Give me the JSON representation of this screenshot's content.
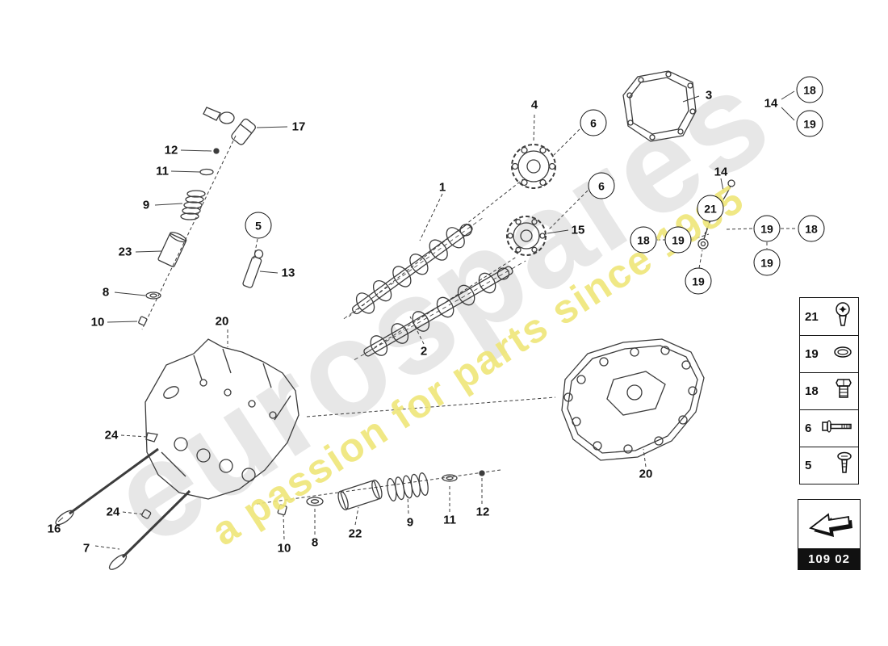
{
  "watermark": {
    "brand": "eurospares",
    "tagline": "a passion for parts since 1985",
    "brand_color": "#d9d9d9",
    "tagline_color": "#efe678"
  },
  "footer": {
    "diagram_code": "109 02"
  },
  "legend": {
    "items": [
      {
        "number": "21",
        "icon": "torx-screw-icon"
      },
      {
        "number": "19",
        "icon": "o-ring-icon"
      },
      {
        "number": "18",
        "icon": "sealing-plug-icon"
      },
      {
        "number": "6",
        "icon": "bolt-icon"
      },
      {
        "number": "5",
        "icon": "pan-screw-icon"
      }
    ]
  },
  "callouts": [
    {
      "number": "17",
      "style": "plain"
    },
    {
      "number": "12",
      "style": "plain"
    },
    {
      "number": "11",
      "style": "plain"
    },
    {
      "number": "9",
      "style": "plain"
    },
    {
      "number": "23",
      "style": "plain"
    },
    {
      "number": "13",
      "style": "plain"
    },
    {
      "number": "8",
      "style": "plain"
    },
    {
      "number": "10",
      "style": "plain"
    },
    {
      "number": "20",
      "style": "plain"
    },
    {
      "number": "1",
      "style": "plain"
    },
    {
      "number": "4",
      "style": "plain"
    },
    {
      "number": "15",
      "style": "plain"
    },
    {
      "number": "3",
      "style": "plain"
    },
    {
      "number": "14",
      "style": "plain"
    },
    {
      "number": "14",
      "style": "plain"
    },
    {
      "number": "2",
      "style": "plain"
    },
    {
      "number": "24",
      "style": "plain"
    },
    {
      "number": "16",
      "style": "plain"
    },
    {
      "number": "24",
      "style": "plain"
    },
    {
      "number": "7",
      "style": "plain"
    },
    {
      "number": "10",
      "style": "plain"
    },
    {
      "number": "8",
      "style": "plain"
    },
    {
      "number": "22",
      "style": "plain"
    },
    {
      "number": "9",
      "style": "plain"
    },
    {
      "number": "11",
      "style": "plain"
    },
    {
      "number": "12",
      "style": "plain"
    },
    {
      "number": "20",
      "style": "plain"
    },
    {
      "number": "6",
      "style": "circled"
    },
    {
      "number": "6",
      "style": "circled"
    },
    {
      "number": "5",
      "style": "circled"
    },
    {
      "number": "21",
      "style": "circled"
    },
    {
      "number": "18",
      "style": "circled"
    },
    {
      "number": "19",
      "style": "circled"
    },
    {
      "number": "19",
      "style": "circled"
    },
    {
      "number": "18",
      "style": "circled"
    },
    {
      "number": "19",
      "style": "circled"
    },
    {
      "number": "19",
      "style": "circled"
    },
    {
      "number": "18",
      "style": "circled"
    },
    {
      "number": "19",
      "style": "circled"
    }
  ]
}
